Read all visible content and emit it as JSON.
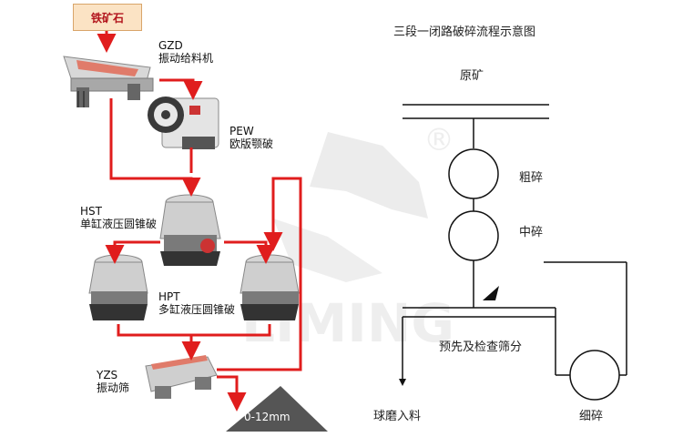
{
  "flowchart": {
    "title": "三段一闭路破碎流程示意图",
    "raw_ore": "原矿",
    "coarse": "粗碎",
    "medium": "中碎",
    "screening": "预先及检查筛分",
    "fine": "细碎",
    "ball_mill_feed": "球磨入料"
  },
  "plant": {
    "feed_badge": "铁矿石",
    "gzd": {
      "code": "GZD",
      "name": "振动给料机"
    },
    "pew": {
      "code": "PEW",
      "name": "欧版颚破"
    },
    "hst": {
      "code": "HST",
      "name": "单缸液压圆锥破"
    },
    "hpt": {
      "code": "HPT",
      "name": "多缸液压圆锥破"
    },
    "yzs": {
      "code": "YZS",
      "name": "振动筛"
    },
    "product": "0-12mm"
  },
  "watermark": {
    "brand": "LIMING",
    "mark": "®"
  },
  "colors": {
    "flow_arrow": "#e01d1d",
    "line": "#111111",
    "watermark": "#cccccc",
    "pile": "#555555"
  }
}
